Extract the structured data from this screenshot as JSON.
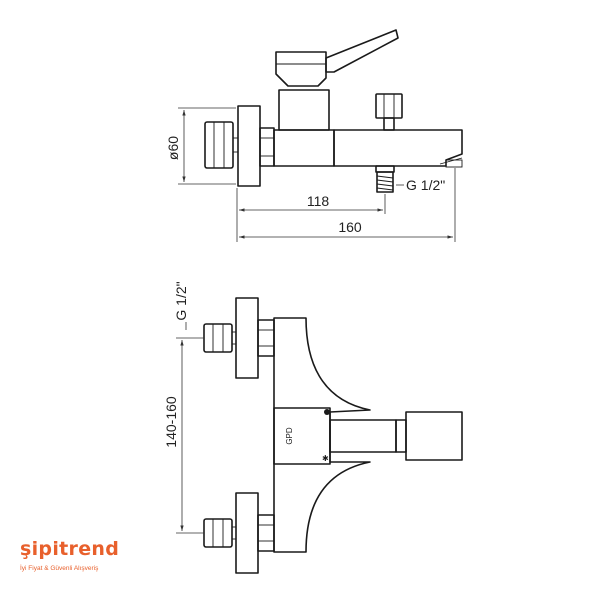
{
  "top_view": {
    "dim_diameter": "ø60",
    "dim_thread": "G 1/2\"",
    "dim_width_a": "118",
    "dim_width_b": "160"
  },
  "front_view": {
    "dim_thread": "G 1/2\"",
    "dim_center_range": "140-160",
    "body_logo": "GPD"
  },
  "watermark": {
    "name": "şipitrend",
    "tagline": "İyi Fiyat & Güvenli Alışveriş"
  }
}
